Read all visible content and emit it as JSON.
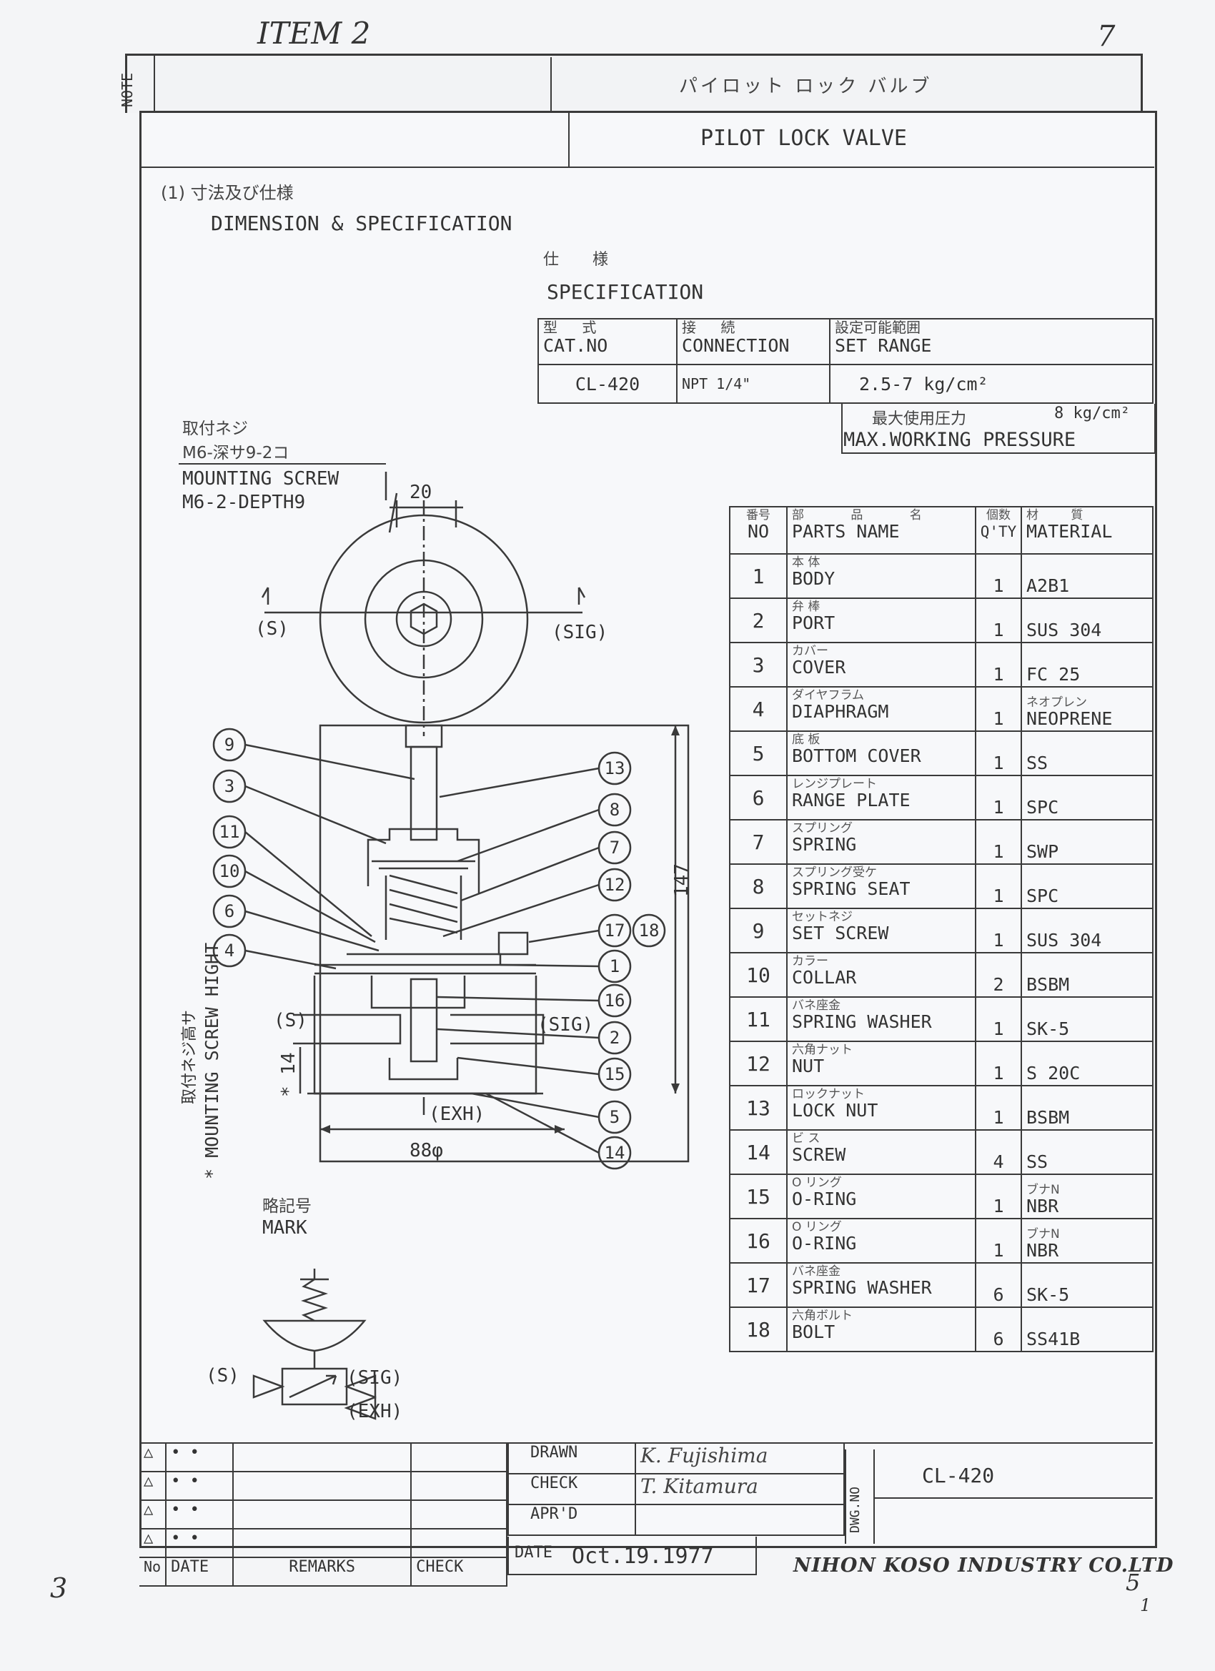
{
  "handwritten": {
    "item": "ITEM 2",
    "page_corner": "7",
    "left_margin": "3",
    "page_number": "5",
    "page_sub": "1"
  },
  "header": {
    "title_jp": "パイロット ロック バルブ",
    "title": "PILOT LOCK VALVE",
    "side_note": "NOTE"
  },
  "section": {
    "heading_jp": "(1) 寸法及び仕様",
    "heading": "DIMENSION & SPECIFICATION"
  },
  "specification": {
    "label_jp": "仕 様",
    "label": "SPECIFICATION",
    "headers": [
      {
        "jp": "型 式",
        "en": "CAT.NO"
      },
      {
        "jp": "接 続",
        "en": "CONNECTION"
      },
      {
        "jp": "設定可能範囲",
        "en": "SET RANGE"
      }
    ],
    "row": {
      "cat_no": "CL-420",
      "connection": "NPT 1/4\"",
      "set_range": "2.5-7 kg/cm²"
    },
    "max_pressure_jp": "最大使用圧力",
    "max_pressure_value": "8 kg/cm²",
    "max_pressure": "MAX.WORKING PRESSURE"
  },
  "mounting": {
    "jp_1": "取付ネジ",
    "jp_2": "M6-深サ9-2コ",
    "en_1": "MOUNTING SCREW",
    "en_2": "M6-2-DEPTH9"
  },
  "drawing": {
    "dim_top": "20",
    "port_s": "(S)",
    "port_sig": "(SIG)",
    "port_exh": "(EXH)",
    "dim_height": "147",
    "dim_14": "* 14",
    "dim_88": "88φ",
    "side_jp": "取付ネジ高サ",
    "side_en": "* MOUNTING SCREW HIGHT",
    "callouts_left": [
      "9",
      "3",
      "11",
      "10",
      "6",
      "4"
    ],
    "callouts_right": [
      "13",
      "8",
      "7",
      "12",
      "17",
      "18",
      "1",
      "16",
      "2",
      "15",
      "5",
      "14"
    ]
  },
  "mark": {
    "jp": "略記号",
    "en": "MARK",
    "s": "(S)",
    "sig": "(SIG)",
    "exh": "(EXH)"
  },
  "parts_table": {
    "headers": {
      "no_jp": "番号",
      "no": "NO",
      "name_jp": "部 品 名",
      "name": "PARTS NAME",
      "qty_jp": "個数",
      "qty": "Q'TY",
      "mat_jp": "材 質",
      "mat": "MATERIAL"
    },
    "rows": [
      {
        "no": "1",
        "jp": "本 体",
        "name": "BODY",
        "qty": "1",
        "mat_jp": "",
        "mat": "A2B1"
      },
      {
        "no": "2",
        "jp": "弁 棒",
        "name": "PORT",
        "qty": "1",
        "mat_jp": "",
        "mat": "SUS 304"
      },
      {
        "no": "3",
        "jp": "カバー",
        "name": "COVER",
        "qty": "1",
        "mat_jp": "",
        "mat": "FC 25"
      },
      {
        "no": "4",
        "jp": "ダイヤフラム",
        "name": "DIAPHRAGM",
        "qty": "1",
        "mat_jp": "ネオプレン",
        "mat": "NEOPRENE"
      },
      {
        "no": "5",
        "jp": "底 板",
        "name": "BOTTOM COVER",
        "qty": "1",
        "mat_jp": "",
        "mat": "SS"
      },
      {
        "no": "6",
        "jp": "レンジプレート",
        "name": "RANGE PLATE",
        "qty": "1",
        "mat_jp": "",
        "mat": "SPC"
      },
      {
        "no": "7",
        "jp": "スプリング",
        "name": "SPRING",
        "qty": "1",
        "mat_jp": "",
        "mat": "SWP"
      },
      {
        "no": "8",
        "jp": "スプリング受ケ",
        "name": "SPRING SEAT",
        "qty": "1",
        "mat_jp": "",
        "mat": "SPC"
      },
      {
        "no": "9",
        "jp": "セットネジ",
        "name": "SET SCREW",
        "qty": "1",
        "mat_jp": "",
        "mat": "SUS 304"
      },
      {
        "no": "10",
        "jp": "カラー",
        "name": "COLLAR",
        "qty": "2",
        "mat_jp": "",
        "mat": "BSBM"
      },
      {
        "no": "11",
        "jp": "バネ座金",
        "name": "SPRING WASHER",
        "qty": "1",
        "mat_jp": "",
        "mat": "SK-5"
      },
      {
        "no": "12",
        "jp": "六角ナット",
        "name": "NUT",
        "qty": "1",
        "mat_jp": "",
        "mat": "S 20C"
      },
      {
        "no": "13",
        "jp": "ロックナット",
        "name": "LOCK NUT",
        "qty": "1",
        "mat_jp": "",
        "mat": "BSBM"
      },
      {
        "no": "14",
        "jp": "ビ ス",
        "name": "SCREW",
        "qty": "4",
        "mat_jp": "",
        "mat": "SS"
      },
      {
        "no": "15",
        "jp": "O リング",
        "name": "O-RING",
        "qty": "1",
        "mat_jp": "ブナN",
        "mat": "NBR"
      },
      {
        "no": "16",
        "jp": "O リング",
        "name": "O-RING",
        "qty": "1",
        "mat_jp": "ブナN",
        "mat": "NBR"
      },
      {
        "no": "17",
        "jp": "バネ座金",
        "name": "SPRING WASHER",
        "qty": "6",
        "mat_jp": "",
        "mat": "SK-5"
      },
      {
        "no": "18",
        "jp": "六角ボルト",
        "name": "BOLT",
        "qty": "6",
        "mat_jp": "",
        "mat": "SS41B"
      }
    ]
  },
  "title_block": {
    "rev_mark": "△",
    "rev_dots": "• •",
    "col_no": "No",
    "col_date": "DATE",
    "col_remarks": "REMARKS",
    "col_check": "CHECK",
    "drawn": "DRAWN",
    "check": "CHECK",
    "aprd": "APR'D",
    "drawn_sig": "K. Fujishima",
    "check_sig": "T. Kitamura",
    "dwg_no_label": "DWG.NO",
    "dwg_no": "CL-420",
    "date_label": "DATE",
    "date": "Oct.19.1977",
    "company": "NIHON KOSO INDUSTRY CO.LTD"
  }
}
